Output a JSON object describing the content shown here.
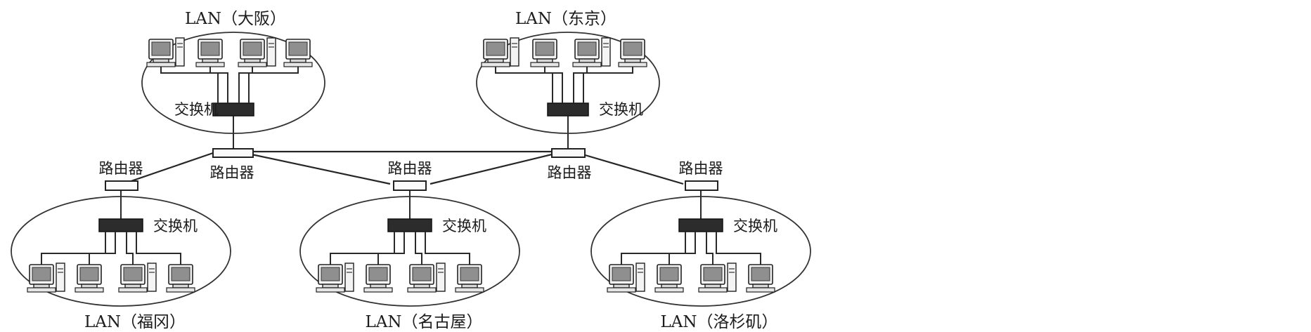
{
  "lans": [
    {
      "id": "osaka",
      "title": "LAN（大阪）",
      "switch_label": "交换机"
    },
    {
      "id": "tokyo",
      "title": "LAN（东京）",
      "switch_label": "交换机"
    },
    {
      "id": "fukuoka",
      "title": "LAN（福冈）",
      "switch_label": "交换机"
    },
    {
      "id": "nagoya",
      "title": "LAN（名古屋）",
      "switch_label": "交换机"
    },
    {
      "id": "la",
      "title": "LAN（洛杉矶）",
      "switch_label": "交换机"
    }
  ],
  "routers": [
    {
      "id": "r-osaka",
      "label": "路由器"
    },
    {
      "id": "r-tokyo",
      "label": "路由器"
    },
    {
      "id": "r-fukuoka",
      "label": "路由器"
    },
    {
      "id": "r-nagoya",
      "label": "路由器"
    },
    {
      "id": "r-la",
      "label": "路由器"
    }
  ],
  "icons": {
    "computer": "desktop-computer-icon",
    "switch": "switch-icon",
    "router": "router-icon"
  }
}
